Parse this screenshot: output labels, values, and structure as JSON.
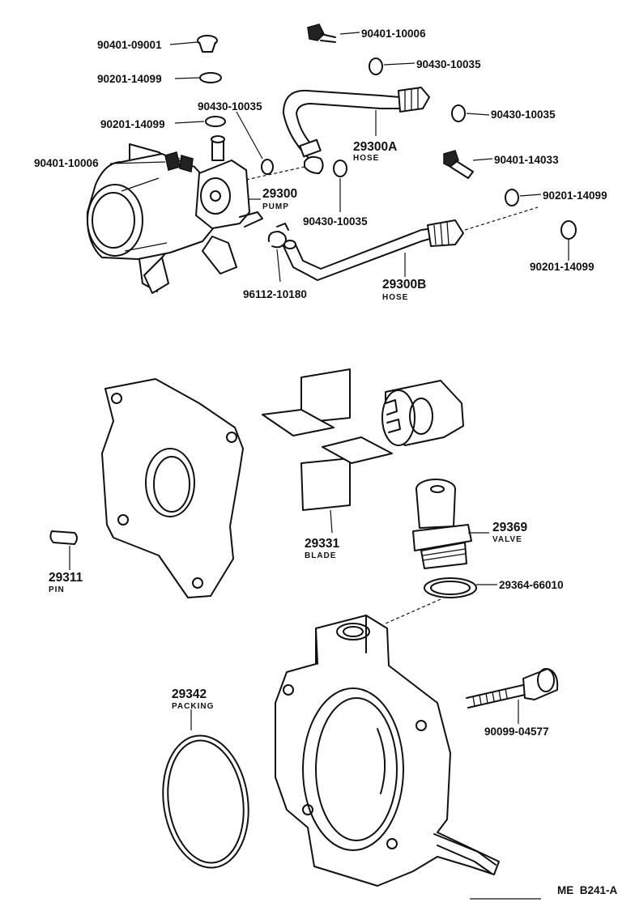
{
  "diagram": {
    "code": "ME  B241-A",
    "labels": {
      "p9040109001": "90401-09001",
      "p9020114099_a": "90201-14099",
      "p9043010035_a": "90430-10035",
      "p9020114099_b": "90201-14099",
      "p9040110006_a": "90401-10006",
      "p29300": "29300",
      "pump": "PUMP",
      "p9611210180": "96112-10180",
      "p9043010035_b": "90430-10035",
      "p9040110006_b": "90401-10006",
      "p9043010035_c": "90430-10035",
      "p29300A": "29300A",
      "hose_a": "HOSE",
      "p9043010035_d": "90430-10035",
      "p9040114033": "90401-14033",
      "p9020114099_c": "90201-14099",
      "p9020114099_d": "90201-14099",
      "p29300B": "29300B",
      "hose_b": "HOSE",
      "p29331": "29331",
      "blade": "BLADE",
      "p29369": "29369",
      "valve": "VALVE",
      "p2936466010": "29364-66010",
      "p29311": "29311",
      "pin": "PIN",
      "p29342": "29342",
      "packing": "PACKING",
      "p9009904577": "90099-04577"
    }
  }
}
